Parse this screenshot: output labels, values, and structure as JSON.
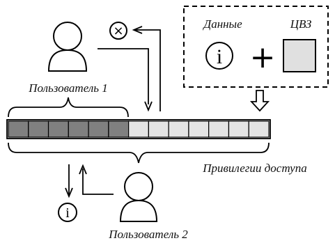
{
  "user1": {
    "label": "Пользователь 1"
  },
  "user2": {
    "label": "Пользователь 2"
  },
  "access": {
    "label": "Привилегии доступа",
    "dark_cells": 6,
    "light_cells": 7
  },
  "box": {
    "data_label": "Данные",
    "signature_label": "ЦВЗ",
    "plus": "+"
  },
  "icons": {
    "info": "i",
    "denied": "×",
    "user": "user-icon",
    "down_arrow": "hollow-down-arrow-icon"
  },
  "colors": {
    "dark_cell": "#808080",
    "light_cell": "#e4e4e4",
    "signature_square": "#e0e0e0",
    "stroke": "#000000"
  }
}
